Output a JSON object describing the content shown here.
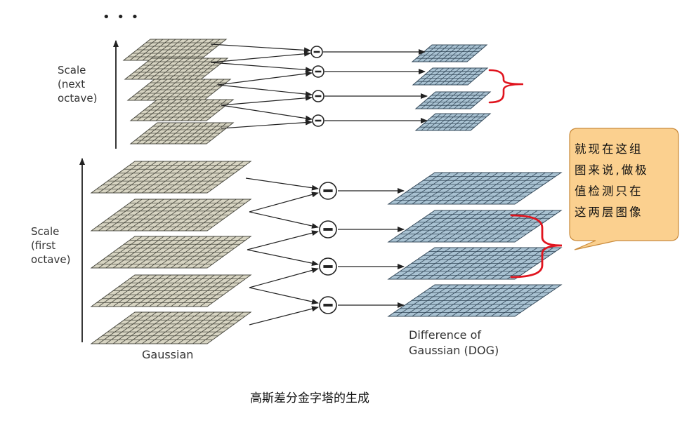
{
  "top_dots": "• • •",
  "labels": {
    "scale_next": [
      "Scale",
      "(next",
      "octave)"
    ],
    "scale_first": [
      "Scale",
      "(first",
      "octave)"
    ],
    "gaussian": "Gaussian",
    "dog": [
      "Difference of",
      "Gaussian (DOG)"
    ]
  },
  "callout": {
    "lines": [
      "就现在这组",
      "图来说,做极",
      "值检测只在",
      "这两层图像"
    ]
  },
  "caption": "高斯差分金字塔的生成",
  "operator_symbol": "−",
  "colors": {
    "gaussian_fill": "#d7d4c2",
    "gaussian_grid": "#4a4a40",
    "dog_fill": "#a9c2d2",
    "dog_grid": "#34495a",
    "arrow": "#222222",
    "bracket": "#e0141e",
    "callout_fill": "#fbd08f",
    "callout_stroke": "#c98a3a"
  }
}
